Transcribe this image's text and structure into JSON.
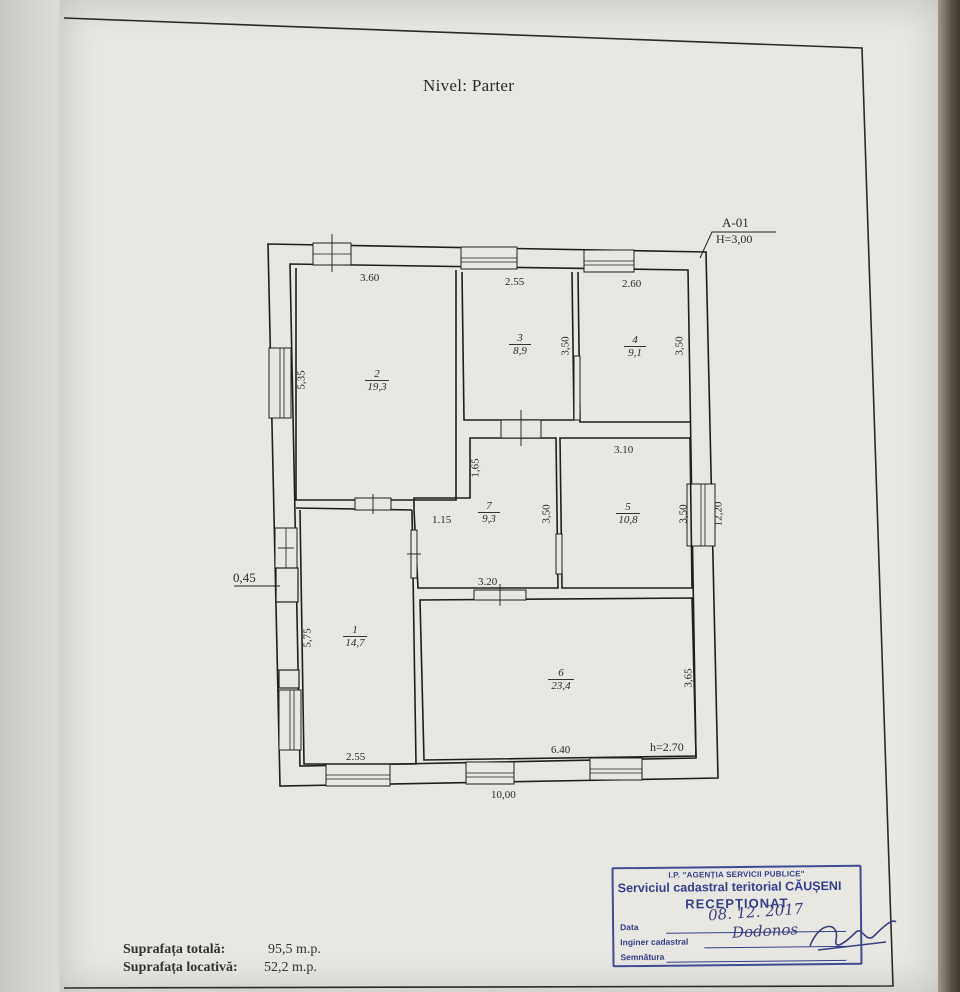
{
  "document": {
    "title": "Nivel: Parter",
    "marker_code": "A-01",
    "marker_height": "H=3,00",
    "room_height": "h=2.70",
    "total_area_label": "Suprafața totală:",
    "total_area_value": "95,5 m.p.",
    "living_area_label": "Suprafața locativă:",
    "living_area_value": "52,2 m.p."
  },
  "rooms": [
    {
      "num": "2",
      "area": "19,3"
    },
    {
      "num": "3",
      "area": "8,9"
    },
    {
      "num": "4",
      "area": "9,1"
    },
    {
      "num": "7",
      "area": "9,3"
    },
    {
      "num": "5",
      "area": "10,8"
    },
    {
      "num": "1",
      "area": "14,7"
    },
    {
      "num": "6",
      "area": "23,4"
    }
  ],
  "dimensions": {
    "d360": "3.60",
    "d255_top": "2.55",
    "d260": "2.60",
    "d350_r3": "3,50",
    "d350_r4": "3,50",
    "d535": "5,35",
    "d165": "1,65",
    "d310": "3.10",
    "d115": "1.15",
    "d350_r7": "3,50",
    "d350_r5": "3,50",
    "d1220": "12,20",
    "d045": "0,45",
    "d320": "3.20",
    "d575": "5,75",
    "d365": "3,65",
    "d255_bottom": "2.55",
    "d640": "6.40",
    "d1000": "10,00"
  },
  "stamp": {
    "org": "I.P. \"AGENȚIA SERVICII PUBLICE\"",
    "service": "Serviciul cadastral teritorial CĂUȘENI",
    "status": "RECEPȚIONAT",
    "date_label": "Data",
    "date_value": "08. 12. 2017",
    "engineer_label": "Inginer cadastral",
    "engineer_value": "Dodonos",
    "signature_label": "Semnătura"
  }
}
